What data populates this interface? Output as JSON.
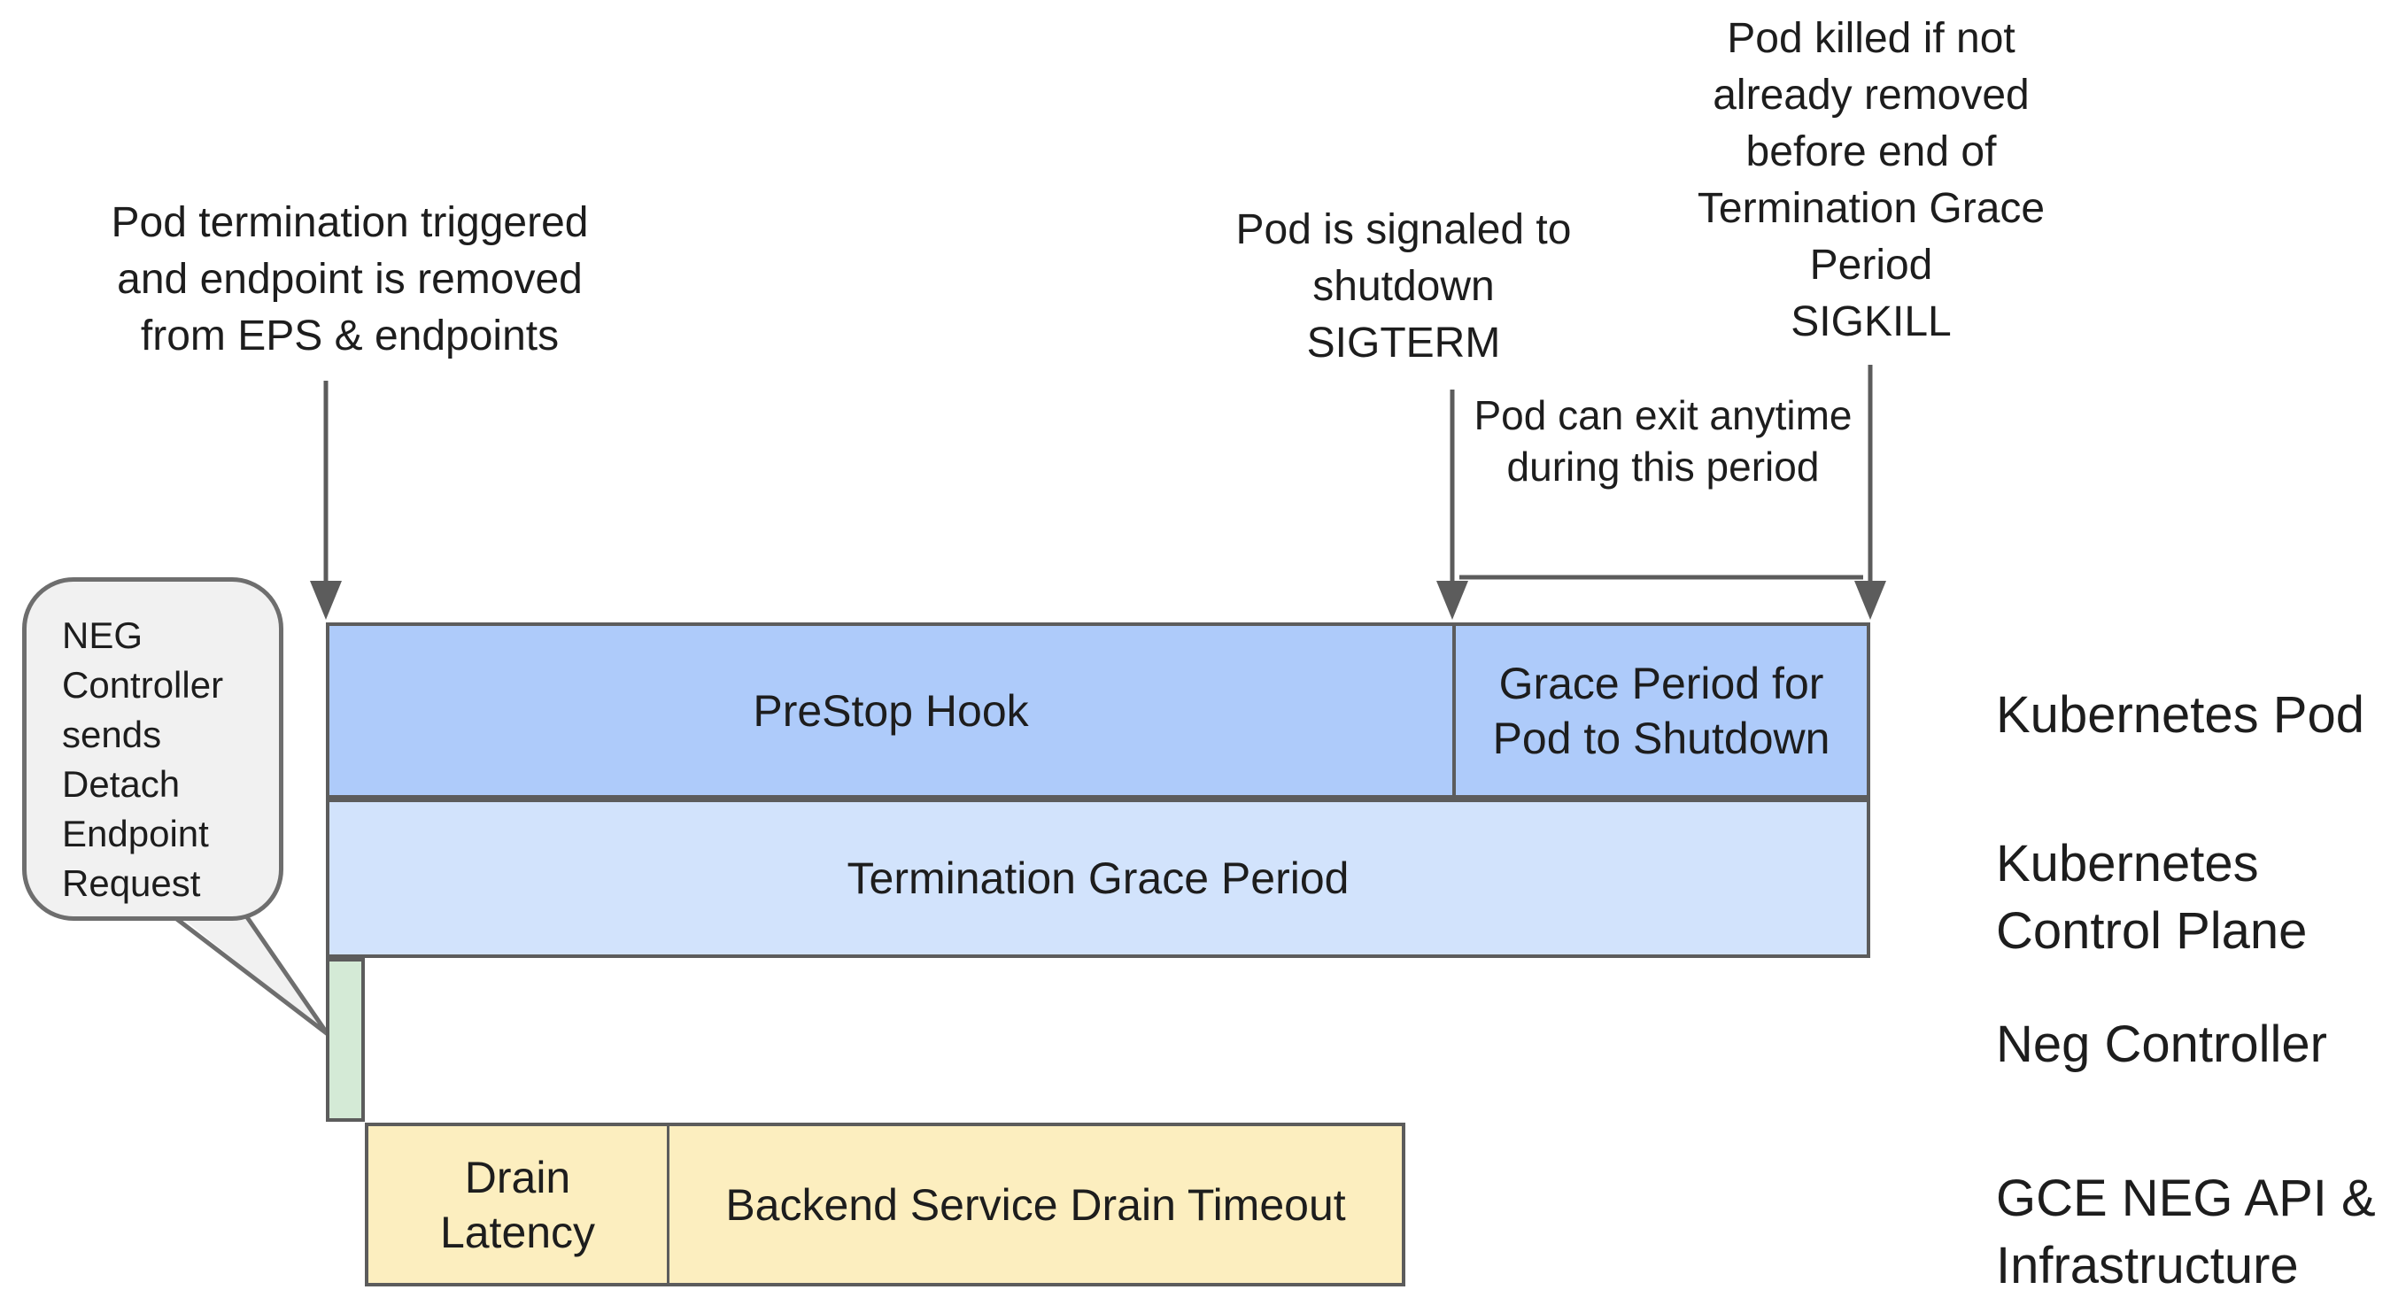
{
  "colors": {
    "bar_blue": "#aecbfa",
    "bar_light_blue": "#d2e3fc",
    "bar_green": "#d4ead6",
    "bar_yellow": "#fceebf",
    "line_gray": "#5c5c5c",
    "callout_fill": "#f1f1f1",
    "text": "#1d1d1d"
  },
  "annotations": {
    "pod_termination": "Pod termination triggered\nand endpoint is removed\nfrom EPS & endpoints",
    "signaled": "Pod is signaled to\nshutdown\nSIGTERM",
    "killed": "Pod killed if not\nalready removed\nbefore end of\nTermination Grace\nPeriod\nSIGKILL",
    "exit_anytime": "Pod can exit anytime\nduring this period"
  },
  "callout": "NEG\nController\nsends\nDetach\nEndpoint\nRequest",
  "bars": {
    "prestop": "PreStop Hook",
    "grace_period": "Grace Period for\nPod to Shutdown",
    "termination_grace": "Termination Grace Period",
    "drain_latency": "Drain\nLatency",
    "backend_drain": "Backend Service Drain Timeout"
  },
  "lanes": {
    "pod": "Kubernetes Pod",
    "control_plane": "Kubernetes\nControl Plane",
    "neg_controller": "Neg Controller",
    "gce": "GCE NEG API &\nInfrastructure"
  }
}
